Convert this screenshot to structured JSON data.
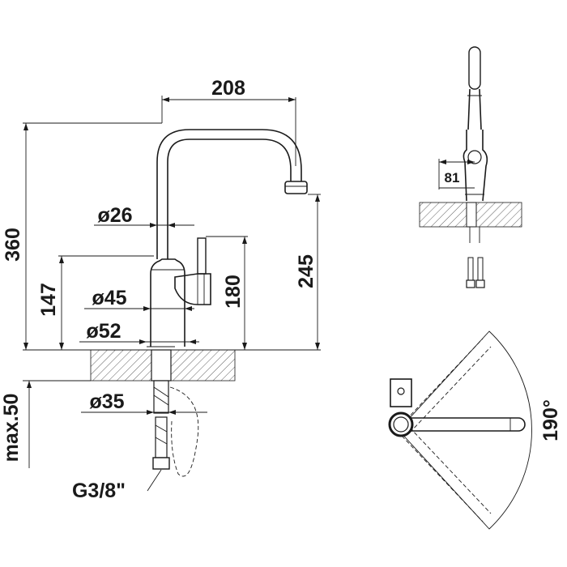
{
  "dimensions": {
    "width_208": "208",
    "height_360": "360",
    "spout_245": "245",
    "lever_180": "180",
    "base_147": "147",
    "dia_26": "ø26",
    "dia_45": "ø45",
    "dia_52": "ø52",
    "dia_35": "ø35",
    "max_50": "max.50",
    "thread": "G3/8\"",
    "side_81": "81",
    "swivel": "190°"
  },
  "colors": {
    "line": "#1a1a1a",
    "background": "#ffffff"
  }
}
